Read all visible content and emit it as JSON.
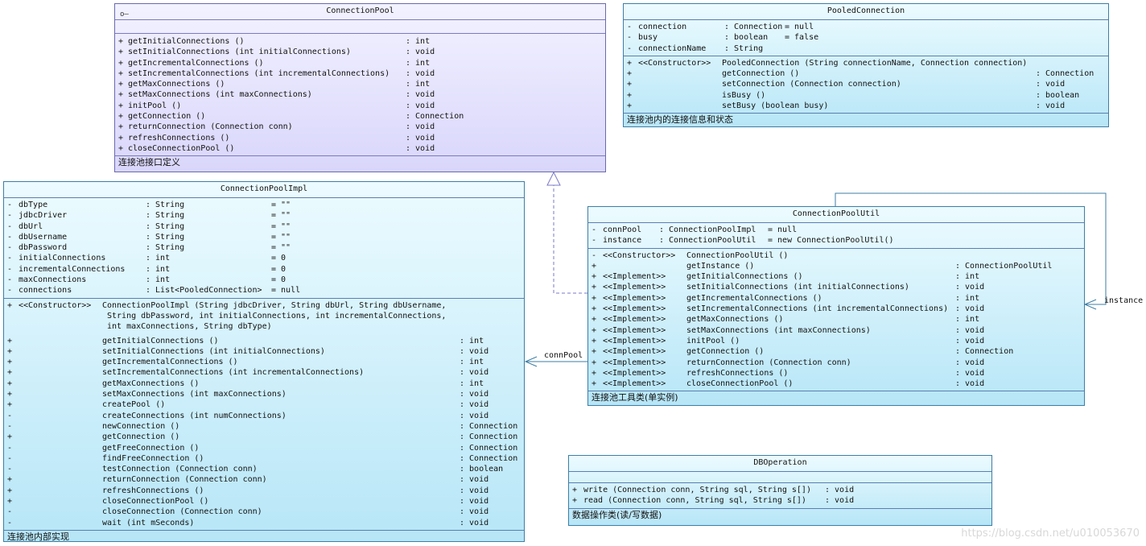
{
  "classes": {
    "connection_pool": {
      "name": "ConnectionPool",
      "methods": [
        {
          "vis": "+",
          "sig": "getInitialConnections ()",
          "ret": ": int"
        },
        {
          "vis": "+",
          "sig": "setInitialConnections (int initialConnections)",
          "ret": ": void"
        },
        {
          "vis": "+",
          "sig": "getIncrementalConnections ()",
          "ret": ": int"
        },
        {
          "vis": "+",
          "sig": "setIncrementalConnections (int incrementalConnections)",
          "ret": ": void"
        },
        {
          "vis": "+",
          "sig": "getMaxConnections ()",
          "ret": ": int"
        },
        {
          "vis": "+",
          "sig": "setMaxConnections (int maxConnections)",
          "ret": ": void"
        },
        {
          "vis": "+",
          "sig": "initPool ()",
          "ret": ": void"
        },
        {
          "vis": "+",
          "sig": "getConnection ()",
          "ret": ": Connection"
        },
        {
          "vis": "+",
          "sig": "returnConnection (Connection conn)",
          "ret": ": void"
        },
        {
          "vis": "+",
          "sig": "refreshConnections ()",
          "ret": ": void"
        },
        {
          "vis": "+",
          "sig": "closeConnectionPool ()",
          "ret": ": void"
        }
      ],
      "comment": "连接池接口定义"
    },
    "pooled_connection": {
      "name": "PooledConnection",
      "attributes": [
        {
          "vis": "-",
          "name": "connection",
          "type": ": Connection",
          "init": "= null"
        },
        {
          "vis": "-",
          "name": "busy",
          "type": ": boolean",
          "init": "= false"
        },
        {
          "vis": "-",
          "name": "connectionName",
          "type": ": String",
          "init": ""
        }
      ],
      "methods": [
        {
          "vis": "+",
          "stereo": "<<Constructor>>",
          "sig": "PooledConnection (String connectionName, Connection connection)",
          "ret": ""
        },
        {
          "vis": "+",
          "stereo": "",
          "sig": "getConnection ()",
          "ret": ": Connection"
        },
        {
          "vis": "+",
          "stereo": "",
          "sig": "setConnection (Connection connection)",
          "ret": ": void"
        },
        {
          "vis": "+",
          "stereo": "",
          "sig": "isBusy ()",
          "ret": ": boolean"
        },
        {
          "vis": "+",
          "stereo": "",
          "sig": "setBusy (boolean busy)",
          "ret": ": void"
        }
      ],
      "comment": "连接池内的连接信息和状态"
    },
    "connection_pool_impl": {
      "name": "ConnectionPoolImpl",
      "attributes": [
        {
          "vis": "-",
          "name": "dbType",
          "type": ": String",
          "init": "= \"\""
        },
        {
          "vis": "-",
          "name": "jdbcDriver",
          "type": ": String",
          "init": "= \"\""
        },
        {
          "vis": "-",
          "name": "dbUrl",
          "type": ": String",
          "init": "= \"\""
        },
        {
          "vis": "-",
          "name": "dbUsername",
          "type": ": String",
          "init": "= \"\""
        },
        {
          "vis": "-",
          "name": "dbPassword",
          "type": ": String",
          "init": "= \"\""
        },
        {
          "vis": "-",
          "name": "initialConnections",
          "type": ": int",
          "init": "= 0"
        },
        {
          "vis": "-",
          "name": "incrementalConnections",
          "type": ": int",
          "init": "= 0"
        },
        {
          "vis": "-",
          "name": "maxConnections",
          "type": ": int",
          "init": "= 0"
        },
        {
          "vis": "-",
          "name": "connections",
          "type": ": List<PooledConnection>",
          "init": "= null"
        }
      ],
      "constructor": {
        "vis": "+",
        "stereo": "<<Constructor>>",
        "lines": [
          "ConnectionPoolImpl (String jdbcDriver, String dbUrl, String dbUsername,",
          "String dbPassword, int initialConnections, int incrementalConnections,",
          "int maxConnections, String dbType)"
        ]
      },
      "methods": [
        {
          "vis": "+",
          "sig": "getInitialConnections ()",
          "ret": ": int"
        },
        {
          "vis": "+",
          "sig": "setInitialConnections (int initialConnections)",
          "ret": ": void"
        },
        {
          "vis": "+",
          "sig": "getIncrementalConnections ()",
          "ret": ": int"
        },
        {
          "vis": "+",
          "sig": "setIncrementalConnections (int incrementalConnections)",
          "ret": ": void"
        },
        {
          "vis": "+",
          "sig": "getMaxConnections ()",
          "ret": ": int"
        },
        {
          "vis": "+",
          "sig": "setMaxConnections (int maxConnections)",
          "ret": ": void"
        },
        {
          "vis": "+",
          "sig": "createPool ()",
          "ret": ": void"
        },
        {
          "vis": "-",
          "sig": "createConnections (int numConnections)",
          "ret": ": void"
        },
        {
          "vis": "-",
          "sig": "newConnection ()",
          "ret": ": Connection"
        },
        {
          "vis": "+",
          "sig": "getConnection ()",
          "ret": ": Connection"
        },
        {
          "vis": "-",
          "sig": "getFreeConnection ()",
          "ret": ": Connection"
        },
        {
          "vis": "-",
          "sig": "findFreeConnection ()",
          "ret": ": Connection"
        },
        {
          "vis": "-",
          "sig": "testConnection (Connection conn)",
          "ret": ": boolean"
        },
        {
          "vis": "+",
          "sig": "returnConnection (Connection conn)",
          "ret": ": void"
        },
        {
          "vis": "+",
          "sig": "refreshConnections ()",
          "ret": ": void"
        },
        {
          "vis": "+",
          "sig": "closeConnectionPool ()",
          "ret": ": void"
        },
        {
          "vis": "-",
          "sig": "closeConnection (Connection conn)",
          "ret": ": void"
        },
        {
          "vis": "-",
          "sig": "wait (int mSeconds)",
          "ret": ": void"
        }
      ],
      "comment": "连接池内部实现"
    },
    "connection_pool_util": {
      "name": "ConnectionPoolUtil",
      "attributes": [
        {
          "vis": "-",
          "name": "connPool",
          "type": ": ConnectionPoolImpl",
          "init": "= null"
        },
        {
          "vis": "-",
          "name": "instance",
          "type": ": ConnectionPoolUtil",
          "init": "= new ConnectionPoolUtil()"
        }
      ],
      "methods": [
        {
          "vis": "-",
          "stereo": "<<Constructor>>",
          "sig": "ConnectionPoolUtil ()",
          "ret": ""
        },
        {
          "vis": "+",
          "stereo": "",
          "sig": "getInstance ()",
          "ret": ": ConnectionPoolUtil"
        },
        {
          "vis": "+",
          "stereo": "<<Implement>>",
          "sig": "getInitialConnections ()",
          "ret": ": int"
        },
        {
          "vis": "+",
          "stereo": "<<Implement>>",
          "sig": "setInitialConnections (int initialConnections)",
          "ret": ": void"
        },
        {
          "vis": "+",
          "stereo": "<<Implement>>",
          "sig": "getIncrementalConnections ()",
          "ret": ": int"
        },
        {
          "vis": "+",
          "stereo": "<<Implement>>",
          "sig": "setIncrementalConnections (int incrementalConnections)",
          "ret": ": void"
        },
        {
          "vis": "+",
          "stereo": "<<Implement>>",
          "sig": "getMaxConnections ()",
          "ret": ": int"
        },
        {
          "vis": "+",
          "stereo": "<<Implement>>",
          "sig": "setMaxConnections (int maxConnections)",
          "ret": ": void"
        },
        {
          "vis": "+",
          "stereo": "<<Implement>>",
          "sig": "initPool ()",
          "ret": ": void"
        },
        {
          "vis": "+",
          "stereo": "<<Implement>>",
          "sig": "getConnection ()",
          "ret": ": Connection"
        },
        {
          "vis": "+",
          "stereo": "<<Implement>>",
          "sig": "returnConnection (Connection conn)",
          "ret": ": void"
        },
        {
          "vis": "+",
          "stereo": "<<Implement>>",
          "sig": "refreshConnections ()",
          "ret": ": void"
        },
        {
          "vis": "+",
          "stereo": "<<Implement>>",
          "sig": "closeConnectionPool ()",
          "ret": ": void"
        }
      ],
      "comment": "连接池工具类(单实例)"
    },
    "db_operation": {
      "name": "DBOperation",
      "methods": [
        {
          "vis": "+",
          "sig": "write (Connection conn, String sql, String s[])",
          "ret": ": void"
        },
        {
          "vis": "+",
          "sig": "read (Connection conn, String sql, String s[])",
          "ret": ": void"
        }
      ],
      "comment": "数据操作类(读/写数据)"
    }
  },
  "relations": {
    "conn_pool_label": "connPool",
    "instance_label": "instance"
  },
  "watermark": "https://blog.csdn.net/u010053670",
  "colors": {
    "interface_fill": "#d9d6fb",
    "class_fill": "#b7e6f7",
    "line": "#3d7ea6"
  }
}
